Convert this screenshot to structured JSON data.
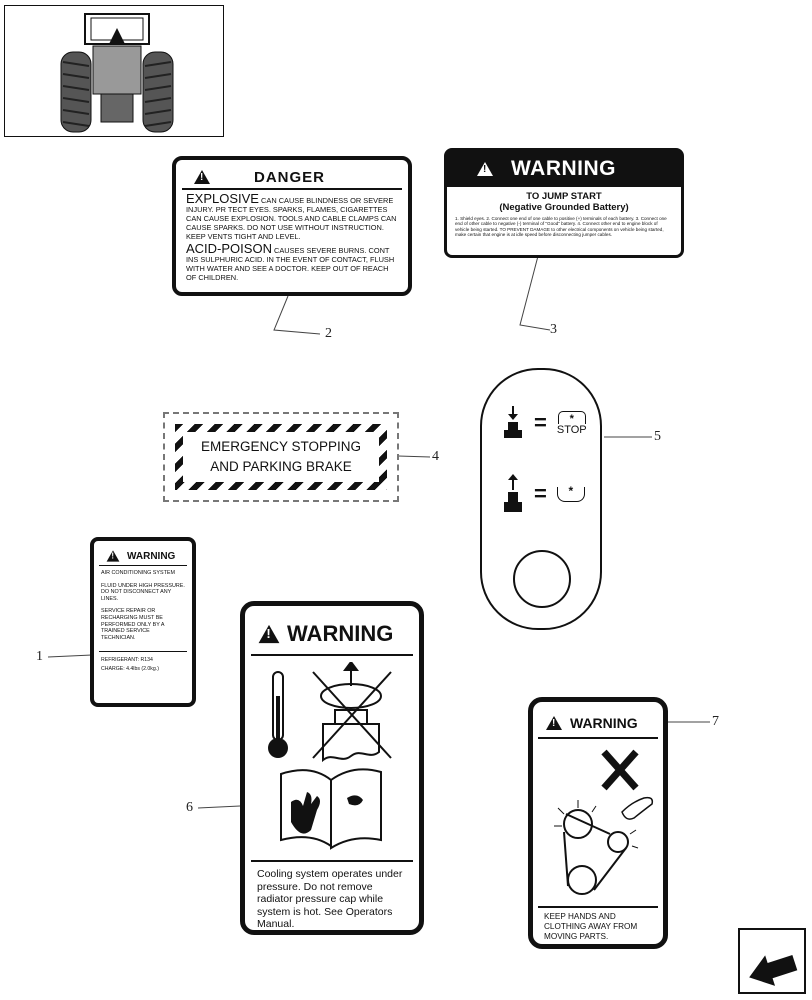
{
  "callouts": {
    "c1": "1",
    "c2": "2",
    "c3": "3",
    "c4": "4",
    "c5": "5",
    "c6": "6",
    "c7": "7"
  },
  "danger": {
    "title": "DANGER",
    "explosive": "EXPLOSIVE",
    "explosive_text": "CAN CAUSE BLINDNESS OR SEVERE INJURY. PR TECT EYES. SPARKS, FLAMES, CIGARETTES CAN CAUSE EXPLOSION. TOOLS AND CABLE CLAMPS CAN CAUSE SPARKS. DO NOT USE WITHOUT INSTRUCTION. KEEP VENTS TIGHT AND LEVEL.",
    "acid": "ACID-POISON",
    "acid_text": "CAUSES SEVERE BURNS. CONT INS SULPHURIC ACID. IN THE EVENT OF CONTACT, FLUSH WITH WATER AND SEE A DOCTOR. KEEP OUT OF REACH OF CHILDREN."
  },
  "jump": {
    "title": "WARNING",
    "sub1": "TO JUMP START",
    "sub2": "(Negative Grounded Battery)",
    "text": "1. Shield eyes. 2. Connect one end of one cable to positive (+) terminals of each battery. 3. Connect one end of other cable to negative (-) terminal of \"Good\" battery. 4. Connect other end to engine block of vehicle being started. TO PREVENT DAMAGE to other electrical components on vehicle being started, make certain that engine is at idle speed before disconnecting jumper cables."
  },
  "emergency": {
    "line1": "EMERGENCY STOPPING",
    "line2": "AND PARKING BRAKE"
  },
  "control": {
    "eq1": "=",
    "eq2": "=",
    "stop": "STOP",
    "sym": "*"
  },
  "ac": {
    "title": "WARNING",
    "p1": "AIR CONDITIONING SYSTEM",
    "p2": "FLUID UNDER HIGH PRESSURE. DO NOT DISCONNECT ANY LINES.",
    "p3": "SERVICE REPAIR OR RECHARGING MUST BE PERFORMED ONLY BY A TRAINED SERVICE TECHNICIAN.",
    "f1": "REFRIGERANT: R134",
    "f2": "CHARGE: 4.4lbs (2.0kg.)"
  },
  "cooling": {
    "title": "WARNING",
    "text": "Cooling system operates under pressure. Do not remove radiator pressure cap while system is hot. See Operators Manual."
  },
  "belt": {
    "title": "WARNING",
    "text": "KEEP HANDS AND CLOTHING AWAY FROM MOVING PARTS."
  }
}
